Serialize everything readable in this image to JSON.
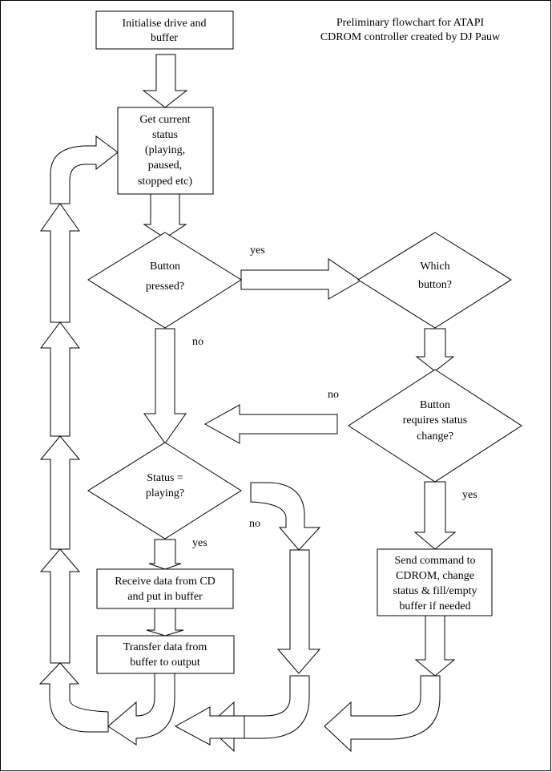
{
  "title_lines": [
    "Preliminary flowchart for ATAPI",
    "CDROM controller created by DJ Pauw"
  ],
  "nodes": {
    "init": [
      "Initialise drive and",
      "buffer"
    ],
    "get_status": [
      "Get current",
      "status",
      "(playing,",
      "paused,",
      "stopped etc)"
    ],
    "button_pressed": [
      "Button",
      "pressed?"
    ],
    "which_button": [
      "Which",
      "button?"
    ],
    "requires_change": [
      "Button",
      "requires status",
      "change?"
    ],
    "status_playing": [
      "Status =",
      "playing?"
    ],
    "receive_data": [
      "Receive data from CD",
      "and put in buffer"
    ],
    "transfer_data": [
      "Transfer data from",
      "buffer to output"
    ],
    "send_command": [
      "Send command to",
      "CDROM, change",
      "status & fill/empty",
      "buffer if needed"
    ]
  },
  "labels": {
    "yes_button": "yes",
    "no_button": "no",
    "no_requires": "no",
    "yes_requires": "yes",
    "no_status": "no",
    "yes_status": "yes"
  },
  "colors": {
    "stroke": "#000000",
    "fill": "#ffffff",
    "border": "#000000"
  }
}
